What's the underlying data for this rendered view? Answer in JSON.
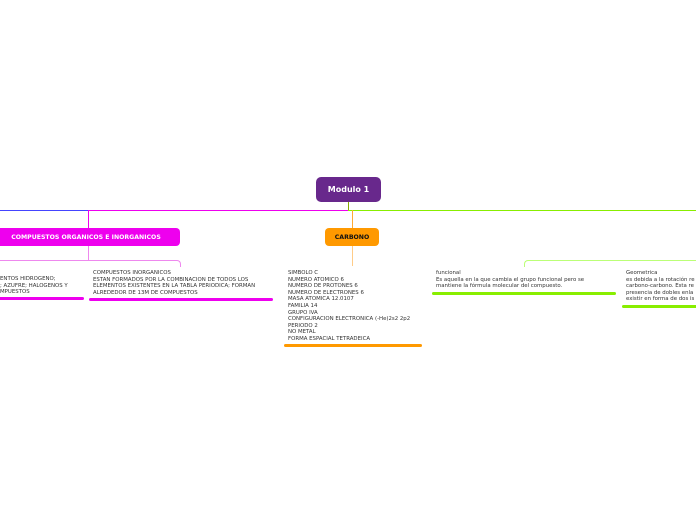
{
  "root": {
    "label": "Modulo 1",
    "color": "#68288c"
  },
  "branches": [
    {
      "label": "COMPUESTOS ORGANICOS E INORGANICOS",
      "color": "#ee00ee",
      "children": [
        {
          "text": "ENTOS HIDROGENO;\n; AZUFRE; HALOGENOS Y\nMPUESTOS"
        },
        {
          "text": "COMPUESTOS INORGANICOS\nESTAN FORMADOS POR LA COMBINACION DE TODOS LOS\nELEMENTOS EXISTENTES EN LA TABLA PERIODICA; FORMAN\nALREDEDOR DE 13M DE COMPUESTOS"
        }
      ]
    },
    {
      "label": "CARBONO",
      "color": "#ff9900",
      "children": [
        {
          "text": "SIMBOLO C\nNUMERO ATOMICO 6\nNUMERO DE PROTONES 6\nNUMERO DE ELECTRONES 6\nMASA ATOMICA 12.0107\nFAMILIA 14\nGRUPO IVA\nCONFIGURACION ELECTRONICA (-He)2s2 2p2\nPERIODO 2\nNO METAL\nFORMA ESPACIAL TETRADEICA"
        }
      ]
    },
    {
      "label": "",
      "color": "#88ee00",
      "children": [
        {
          "text": "funcional\nEs aquella en la que cambia el grupo funcional pero se\nmantiene la fórmula molecular del compuesto."
        },
        {
          "text": "Geometrica\nes debida a la rotación re\ncarbono-carbono. Esta re\npresencia de dobles enla\nexistir en forma de dos is"
        }
      ]
    }
  ],
  "left_line_color": "#4444ff"
}
